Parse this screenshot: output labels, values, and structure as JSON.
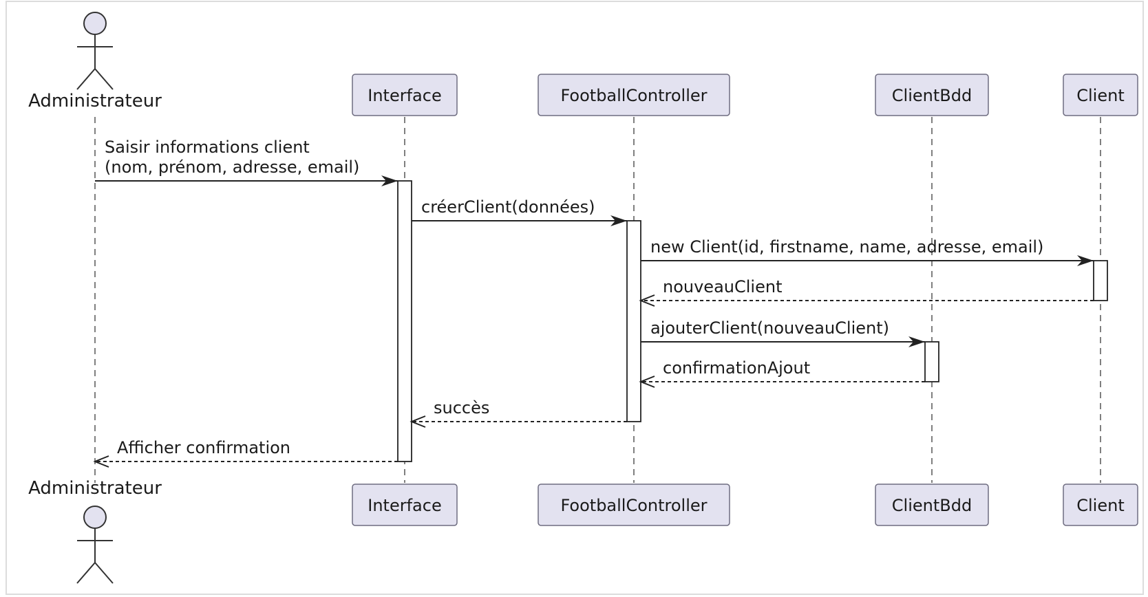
{
  "participants": [
    {
      "id": "admin",
      "label": "Administrateur",
      "kind": "actor"
    },
    {
      "id": "interface",
      "label": "Interface",
      "kind": "participant"
    },
    {
      "id": "controller",
      "label": "FootballController",
      "kind": "participant"
    },
    {
      "id": "clientbdd",
      "label": "ClientBdd",
      "kind": "participant"
    },
    {
      "id": "client",
      "label": "Client",
      "kind": "participant"
    }
  ],
  "messages": [
    {
      "from": "admin",
      "to": "interface",
      "lines": [
        "Saisir informations client",
        "(nom, prénom, adresse, email)"
      ],
      "style": "solid"
    },
    {
      "from": "interface",
      "to": "controller",
      "lines": [
        "créerClient(données)"
      ],
      "style": "solid"
    },
    {
      "from": "controller",
      "to": "client",
      "lines": [
        "new Client(id, firstname, name, adresse, email)"
      ],
      "style": "solid"
    },
    {
      "from": "client",
      "to": "controller",
      "lines": [
        "nouveauClient"
      ],
      "style": "dashed"
    },
    {
      "from": "controller",
      "to": "clientbdd",
      "lines": [
        "ajouterClient(nouveauClient)"
      ],
      "style": "solid"
    },
    {
      "from": "clientbdd",
      "to": "controller",
      "lines": [
        "confirmationAjout"
      ],
      "style": "dashed"
    },
    {
      "from": "controller",
      "to": "interface",
      "lines": [
        "succès"
      ],
      "style": "dashed"
    },
    {
      "from": "interface",
      "to": "admin",
      "lines": [
        "Afficher confirmation"
      ],
      "style": "dashed"
    }
  ],
  "colors": {
    "participant_fill": "#e3e2f0",
    "participant_border": "#6e6c80",
    "line": "#222222"
  }
}
